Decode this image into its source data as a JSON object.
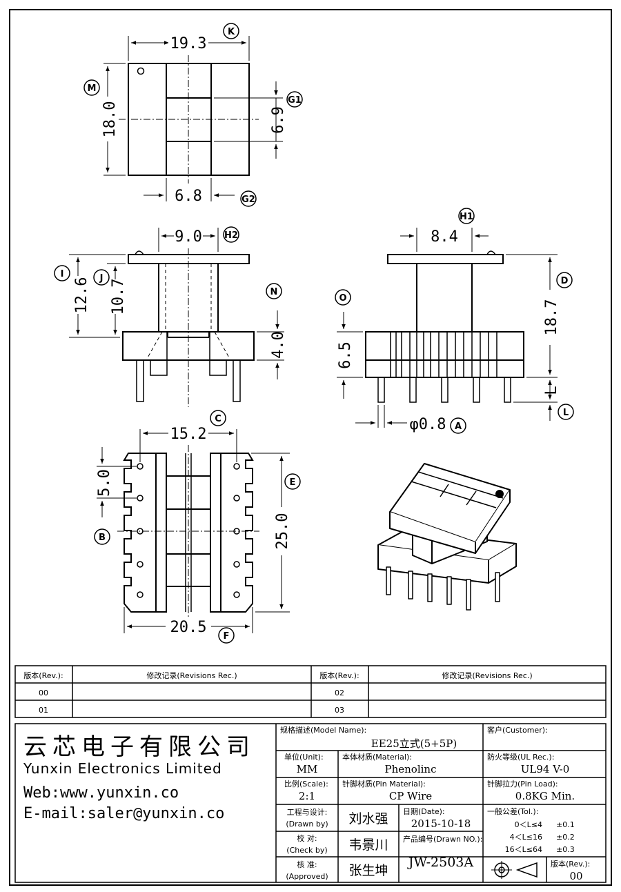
{
  "drawing": {
    "top_view": {
      "width": "19.3",
      "height": "18.0",
      "window": "6.9",
      "center_width": "6.8",
      "label_width": "K",
      "label_height": "M",
      "label_window": "G1",
      "label_center": "G2"
    },
    "front_view": {
      "flange_span": "9.0",
      "total_height": "12.6",
      "winding_height": "10.7",
      "base_height": "4.0",
      "label_span": "H2",
      "label_total": "I",
      "label_winding": "J",
      "label_base": "N"
    },
    "side_view": {
      "flange_span": "8.4",
      "height": "18.7",
      "base_height": "6.5",
      "pin_dia": "φ0.8",
      "pin_len": "L",
      "label_span": "H1",
      "label_height": "D",
      "label_base": "O",
      "label_pin": "A",
      "label_pinlen": "L"
    },
    "bottom_view": {
      "pin_row": "15.2",
      "pitch": "5.0",
      "length": "25.0",
      "width": "20.5",
      "label_row": "C",
      "label_pitch": "B",
      "label_length": "E",
      "label_width": "F"
    }
  },
  "revisions": {
    "header_rev": "版本(Rev.):",
    "header_rec": "修改记录(Revisions Rec.)",
    "rows_left": [
      "00",
      "01"
    ],
    "rows_right": [
      "02",
      "03"
    ]
  },
  "company": {
    "name_cn": "云芯电子有限公司",
    "name_en": "Yunxin Electronics Limited",
    "web": "Web:www.yunxin.co",
    "email": "E-mail:saler@yunxin.co"
  },
  "title_block": {
    "model_label": "规格描述(Model Name):",
    "model_value": "EE25立式(5+5P)",
    "customer_label": "客户(Customer):",
    "customer_value": "",
    "unit_label": "单位(Unit):",
    "unit_value": "MM",
    "material_label": "本体材质(Material):",
    "material_value": "Phenolinc",
    "ul_label": "防火等级(UL Rec.):",
    "ul_value": "UL94 V-0",
    "scale_label": "比例(Scale):",
    "scale_value": "2:1",
    "pin_material_label": "针脚材质(Pin Material):",
    "pin_material_value": "CP Wire",
    "pin_load_label": "针脚拉力(Pin Load):",
    "pin_load_value": "0.8KG Min.",
    "designer_label_cn": "工程与设计:",
    "designer_label_en": "(Drawn by)",
    "designer_value": "刘水强",
    "date_label": "日期(Date):",
    "date_value": "2015-10-18",
    "tol_label": "一般公差(Tol.):",
    "tol_rows": [
      [
        "0＜L≤4",
        "±0.1"
      ],
      [
        "4＜L≤16",
        "±0.2"
      ],
      [
        "16＜L≤64",
        "±0.3"
      ]
    ],
    "check_label_cn": "校  对:",
    "check_label_en": "(Check by)",
    "check_value": "韦景川",
    "drawn_no_label": "产品编号(Drawn NO.):",
    "drawn_no_value": "JW-2503A",
    "approve_label_cn": "核  准:",
    "approve_label_en": "(Approved)",
    "approve_value": "张生坤",
    "rev_label": "版本(Rev.):",
    "rev_value": "00"
  }
}
